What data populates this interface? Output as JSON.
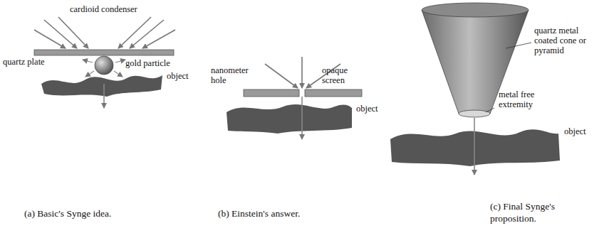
{
  "diagram": {
    "labels": [
      "cardioid condenser",
      "quartz plate",
      "gold particle",
      "object",
      "nanometer hole",
      "opaque screen",
      "object",
      "quartz metal coated cone or pyramid",
      "metal free extremity",
      "object",
      "(a) Basic's Synge idea.",
      "(b) Einstein's answer.",
      "(c) Final Synge's proposition."
    ]
  }
}
